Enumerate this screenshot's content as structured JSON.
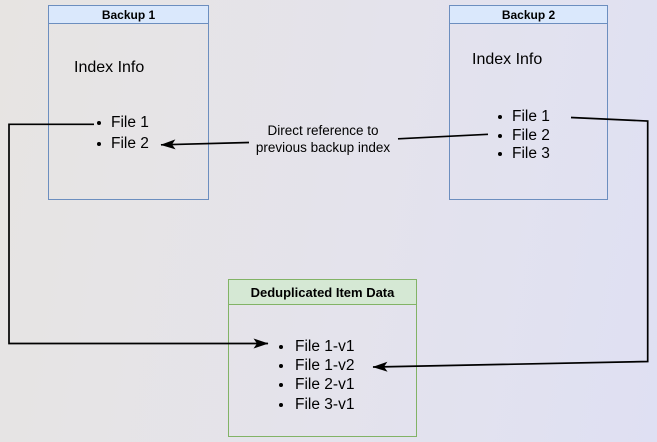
{
  "diagram": {
    "boxes": {
      "backup1": {
        "title": "Backup 1",
        "section_label": "Index Info",
        "items": [
          "File 1",
          "File 2"
        ]
      },
      "backup2": {
        "title": "Backup 2",
        "section_label": "Index Info",
        "items": [
          "File 1",
          "File 2",
          "File 3"
        ]
      },
      "dedup": {
        "title": "Deduplicated Item Data",
        "items": [
          "File 1-v1",
          "File 1-v2",
          "File 2-v1",
          "File 3-v1"
        ]
      }
    },
    "edge_label": {
      "line1": "Direct reference to",
      "line2": "previous backup index"
    },
    "colors": {
      "blue_header_fill": "#dae8fc",
      "blue_border": "#6c8ebf",
      "green_header_fill": "#d5e8d4",
      "green_border": "#82b366",
      "arrow": "#000000",
      "bg_start": "#e7e4e2",
      "bg_end": "#dfe0f3"
    }
  }
}
